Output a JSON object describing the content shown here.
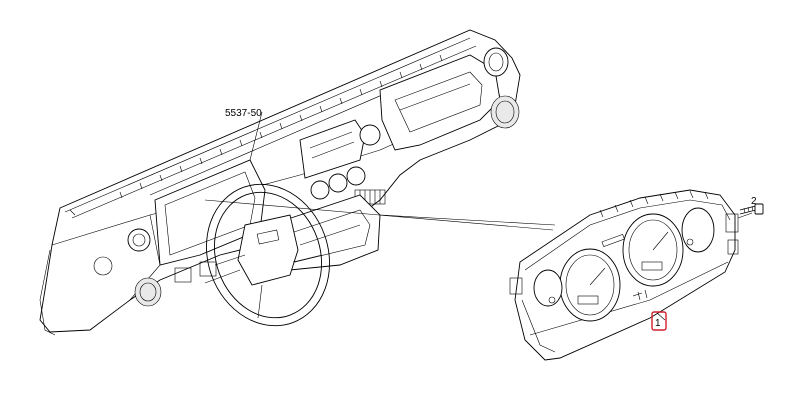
{
  "diagram": {
    "reference_code": "5537-50",
    "parts": [
      {
        "number": "1",
        "highlighted": true
      },
      {
        "number": "2",
        "highlighted": false
      }
    ],
    "highlight_color": "#d11f2a"
  }
}
